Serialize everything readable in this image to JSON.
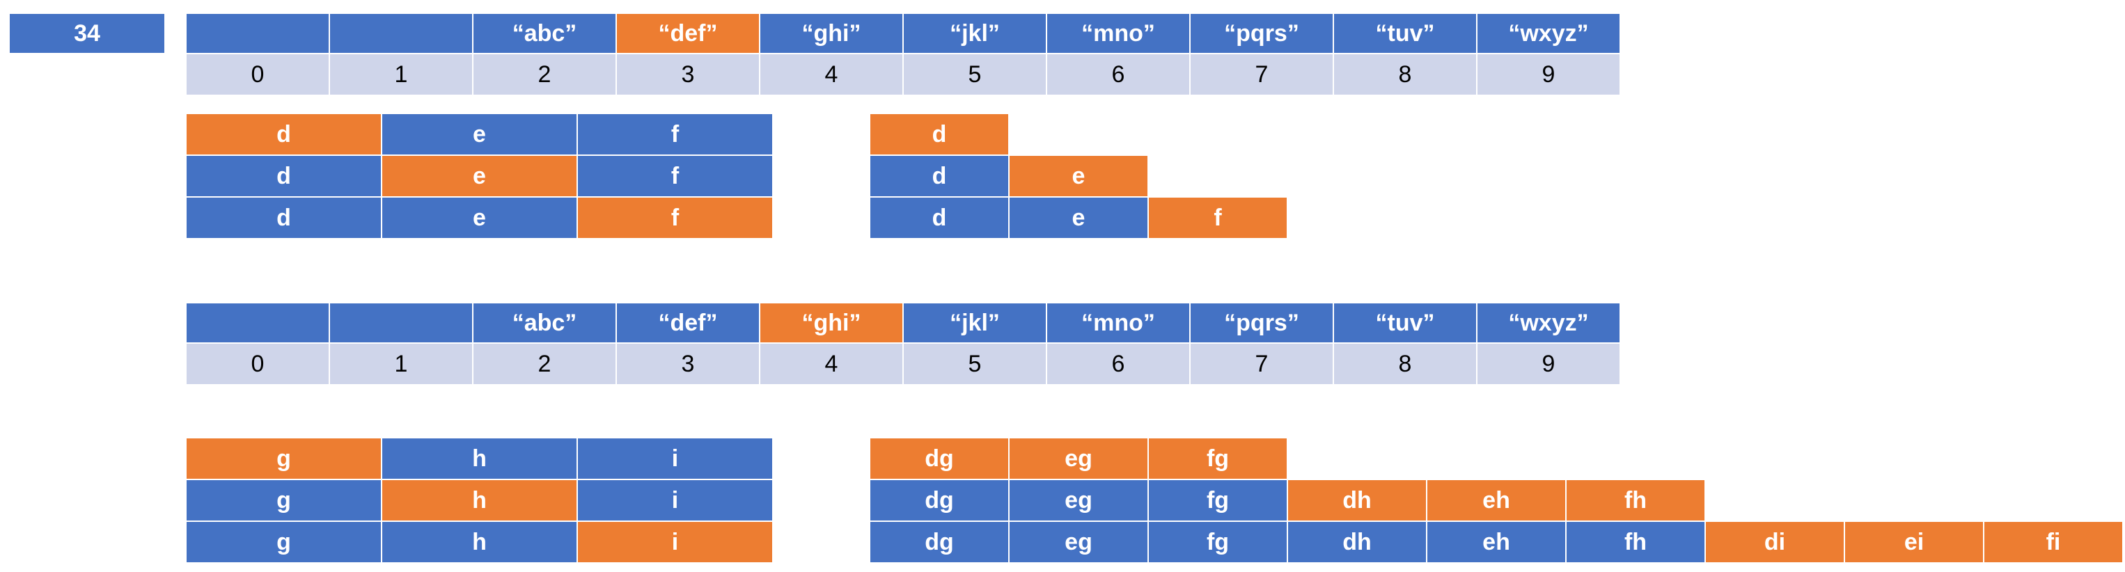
{
  "badge": "34",
  "keypad_labels": [
    "",
    "",
    "“abc”",
    "“def”",
    "“ghi”",
    "“jkl”",
    "“mno”",
    "“pqrs”",
    "“tuv”",
    "“wxyz”"
  ],
  "digits": [
    "0",
    "1",
    "2",
    "3",
    "4",
    "5",
    "6",
    "7",
    "8",
    "9"
  ],
  "keypad1_highlight": 3,
  "keypad2_highlight": 4,
  "step1_left": [
    [
      "d",
      "e",
      "f"
    ],
    [
      "d",
      "e",
      "f"
    ],
    [
      "d",
      "e",
      "f"
    ]
  ],
  "step1_left_highlight": [
    0,
    1,
    2
  ],
  "step1_right": [
    [
      "d"
    ],
    [
      "d",
      "e"
    ],
    [
      "d",
      "e",
      "f"
    ]
  ],
  "step2_left": [
    [
      "g",
      "h",
      "i"
    ],
    [
      "g",
      "h",
      "i"
    ],
    [
      "g",
      "h",
      "i"
    ]
  ],
  "step2_left_highlight": [
    0,
    1,
    2
  ],
  "step2_right": [
    [
      "dg",
      "eg",
      "fg"
    ],
    [
      "dg",
      "eg",
      "fg",
      "dh",
      "eh",
      "fh"
    ],
    [
      "dg",
      "eg",
      "fg",
      "dh",
      "eh",
      "fh",
      "di",
      "ei",
      "fi"
    ]
  ],
  "step2_right_orange_from": [
    0,
    3,
    6
  ],
  "colors": {
    "blue": "#4472c4",
    "orange": "#ed7d31",
    "light": "#cfd5ea"
  }
}
